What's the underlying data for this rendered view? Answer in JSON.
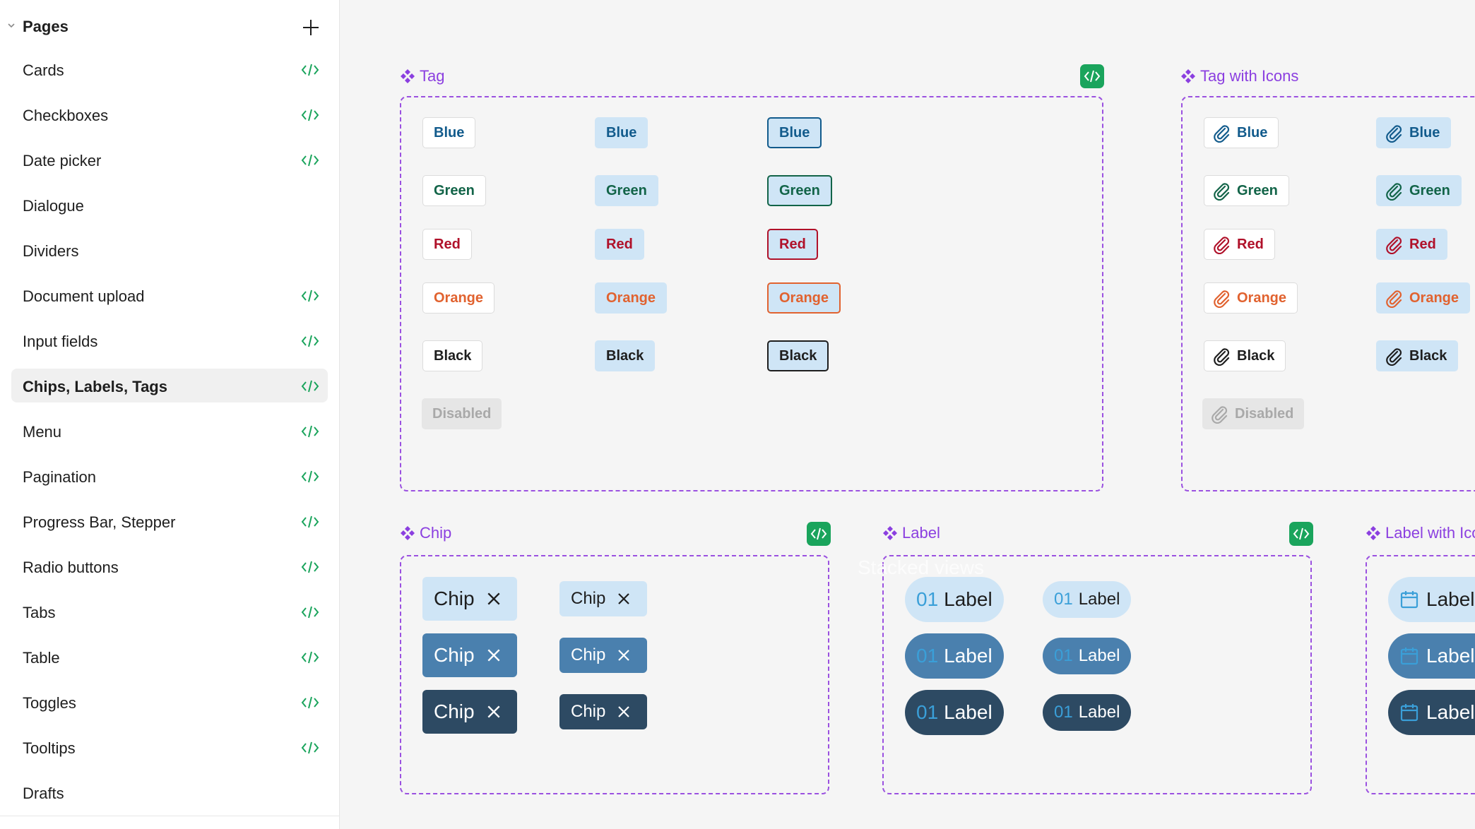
{
  "sidebar": {
    "pages_title": "Pages",
    "items": [
      {
        "label": "Cards",
        "code": true
      },
      {
        "label": "Checkboxes",
        "code": true
      },
      {
        "label": "Date picker",
        "code": true
      },
      {
        "label": "Dialogue",
        "code": false
      },
      {
        "label": "Dividers",
        "code": false
      },
      {
        "label": "Document upload",
        "code": true
      },
      {
        "label": "Input fields",
        "code": true
      },
      {
        "label": "Chips, Labels, Tags",
        "code": true,
        "active": true
      },
      {
        "label": "Menu",
        "code": true
      },
      {
        "label": "Pagination",
        "code": true
      },
      {
        "label": "Progress Bar, Stepper",
        "code": true
      },
      {
        "label": "Radio buttons",
        "code": true
      },
      {
        "label": "Tabs",
        "code": true
      },
      {
        "label": "Table",
        "code": true
      },
      {
        "label": "Toggles",
        "code": true
      },
      {
        "label": "Tooltips",
        "code": true
      },
      {
        "label": "Drafts",
        "code": false
      }
    ]
  },
  "canvas": {
    "frames": {
      "tag": "Tag",
      "tag_icons": "Tag with Icons",
      "chip": "Chip",
      "label": "Label",
      "label_icons": "Label with Icons"
    },
    "tags": {
      "blue": "Blue",
      "green": "Green",
      "red": "Red",
      "orange": "Orange",
      "black": "Black",
      "disabled": "Disabled"
    },
    "chip_text": "Chip",
    "label_number": "01",
    "label_text": "Label",
    "ghost_text": "Stacked views"
  },
  "colors": {
    "accent_purple": "#9b51e0",
    "code_green": "#1aa45c",
    "blue": "#125b8c",
    "green": "#126448",
    "red": "#b0112a",
    "orange": "#e1622f",
    "black": "#1e1e1e",
    "disabled": "#a9a9a9",
    "chip_light": "#cfe5f6",
    "chip_mid": "#4a80ae",
    "chip_dark": "#2d4a63"
  },
  "icons": {
    "tag_icon": "paperclip-icon",
    "label_icon": "calendar-icon",
    "frame_icon": "component-diamond-icon",
    "dev_icon": "code-brackets-icon"
  }
}
